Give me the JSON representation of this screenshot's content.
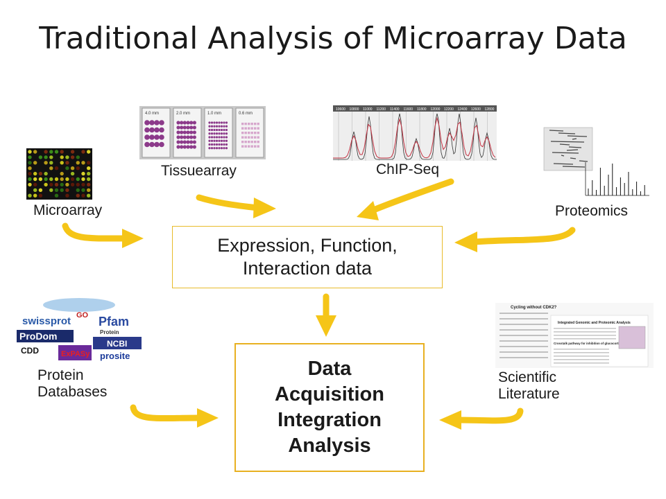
{
  "title": "Traditional Analysis of Microarray Data",
  "sources": {
    "microarray": "Microarray",
    "tissuearray": "Tissuearray",
    "chipseq": "ChIP-Seq",
    "proteomics": "Proteomics",
    "protein_databases": [
      "Protein",
      "Databases"
    ],
    "scientific_literature": [
      "Scientific",
      "Literature"
    ]
  },
  "boxes": {
    "expression": [
      "Expression, Function,",
      "Interaction data"
    ],
    "data": [
      "Data",
      "Acquisition",
      "Integration",
      "Analysis"
    ]
  },
  "thumb_text": {
    "tissue": [
      "4.0 mm",
      "2.0 mm",
      "1.0 mm",
      "0.6 mm"
    ],
    "chipseq_axis": [
      "10600",
      "10800",
      "11000",
      "11200",
      "11400",
      "11600",
      "11800",
      "12000",
      "12200",
      "12400",
      "12600",
      "12800"
    ],
    "db_logos": [
      "swissprot",
      "Pfam",
      "ProDom",
      "CDD",
      "NCBI",
      "ExPASy",
      "prosite",
      "GO",
      "Protein"
    ],
    "literature_headings": [
      "Cycling without CDK2?",
      "Integrated Genomic and Proteomic Analysis",
      "Crosstalk pathway for inhibition of glucocorticoid-induced apoptosis by T cell receptor signaling"
    ]
  },
  "colors": {
    "arrow": "#f5c518",
    "box_border": "#e8b020"
  }
}
